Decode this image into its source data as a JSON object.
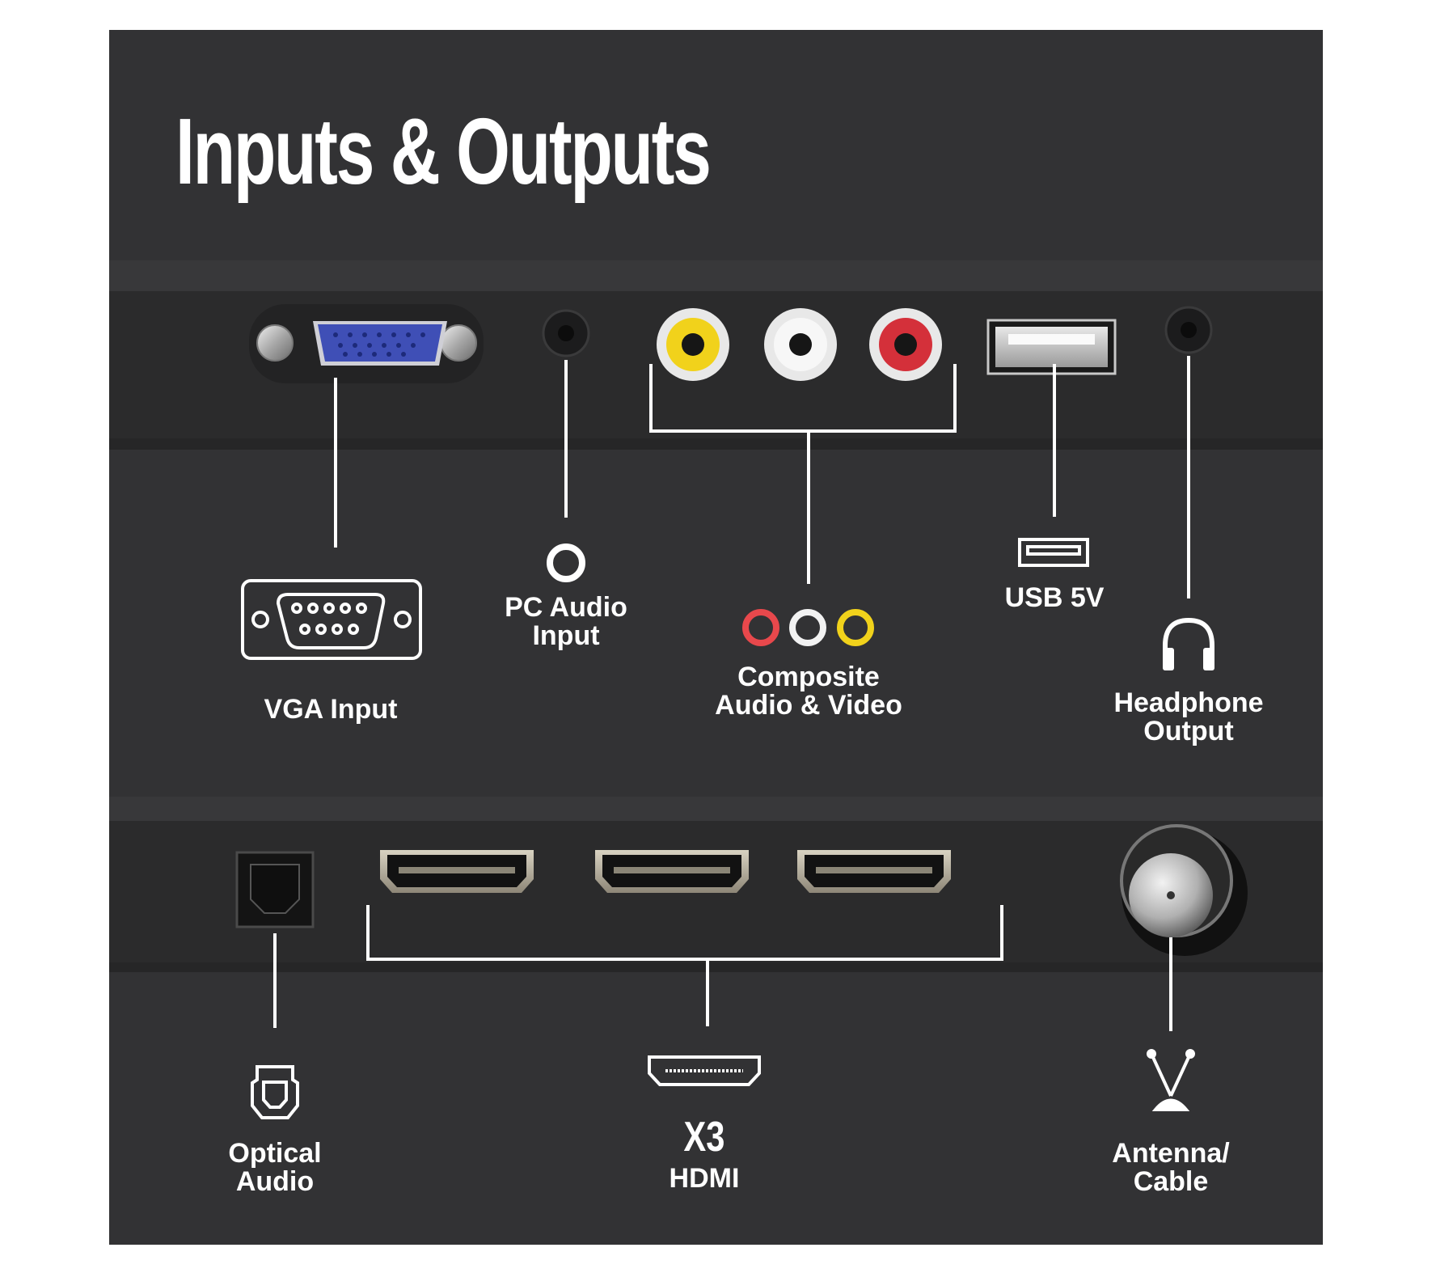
{
  "title": "Inputs & Outputs",
  "ports": {
    "vga": {
      "label": "VGA Input"
    },
    "pc_audio": {
      "label_line1": "PC Audio",
      "label_line2": "Input"
    },
    "composite": {
      "label_line1": "Composite",
      "label_line2": "Audio & Video"
    },
    "usb": {
      "label": "USB 5V"
    },
    "headphone": {
      "label_line1": "Headphone",
      "label_line2": "Output"
    },
    "optical": {
      "label_line1": "Optical",
      "label_line2": "Audio"
    },
    "hdmi": {
      "count_label": "X3",
      "label": "HDMI"
    },
    "antenna": {
      "label_line1": "Antenna/",
      "label_line2": "Cable"
    }
  },
  "icons": [
    "vga-port-icon",
    "audio-jack-icon",
    "rca-jacks-icon",
    "usb-icon",
    "headphones-icon",
    "optical-icon",
    "hdmi-icon",
    "antenna-icon"
  ],
  "colors": {
    "panel": "#323234",
    "text": "#ffffff",
    "rca_red": "#e8484c",
    "rca_white": "#f2f2f2",
    "rca_yellow": "#f1d21b",
    "vga_blue": "#3f4fb6"
  }
}
